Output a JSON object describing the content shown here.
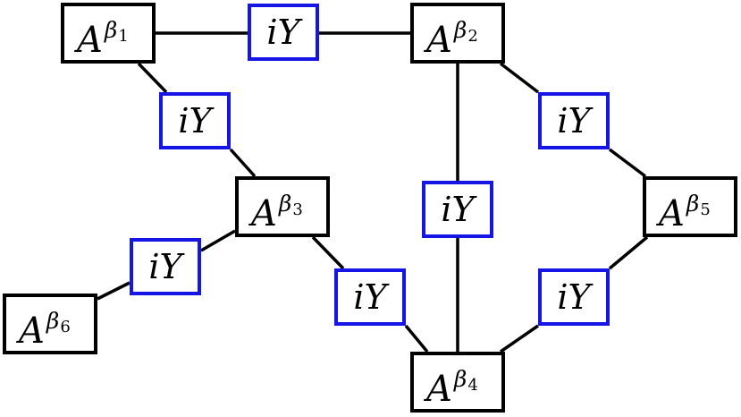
{
  "colors": {
    "edge": "#000000",
    "a_border": "#000000",
    "y_border": "#1515e6",
    "background": "#ffffff"
  },
  "a_nodes": [
    {
      "id": "beta1",
      "base": "A",
      "greek": "β",
      "index": "1"
    },
    {
      "id": "beta2",
      "base": "A",
      "greek": "β",
      "index": "2"
    },
    {
      "id": "beta3",
      "base": "A",
      "greek": "β",
      "index": "3"
    },
    {
      "id": "beta4",
      "base": "A",
      "greek": "β",
      "index": "4"
    },
    {
      "id": "beta5",
      "base": "A",
      "greek": "β",
      "index": "5"
    },
    {
      "id": "beta6",
      "base": "A",
      "greek": "β",
      "index": "6"
    }
  ],
  "y_nodes": [
    {
      "id": "y12",
      "label": "iY",
      "between": [
        "beta1",
        "beta2"
      ]
    },
    {
      "id": "y13",
      "label": "iY",
      "between": [
        "beta1",
        "beta3"
      ]
    },
    {
      "id": "y24",
      "label": "iY",
      "between": [
        "beta2",
        "beta4"
      ]
    },
    {
      "id": "y25",
      "label": "iY",
      "between": [
        "beta2",
        "beta5"
      ]
    },
    {
      "id": "y36",
      "label": "iY",
      "between": [
        "beta3",
        "beta6"
      ]
    },
    {
      "id": "y34",
      "label": "iY",
      "between": [
        "beta3",
        "beta4"
      ]
    },
    {
      "id": "y45",
      "label": "iY",
      "between": [
        "beta4",
        "beta5"
      ]
    }
  ]
}
